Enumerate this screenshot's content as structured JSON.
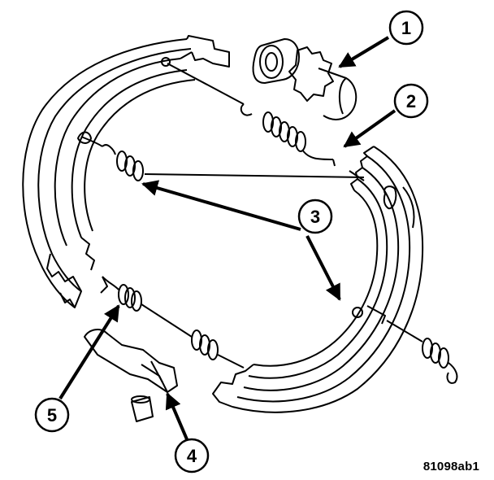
{
  "figure_id": "81098ab1",
  "callouts": {
    "c1": "1",
    "c2": "2",
    "c3": "3",
    "c4": "4",
    "c5": "5"
  },
  "colors": {
    "ink": "#000000",
    "paper": "#ffffff"
  }
}
